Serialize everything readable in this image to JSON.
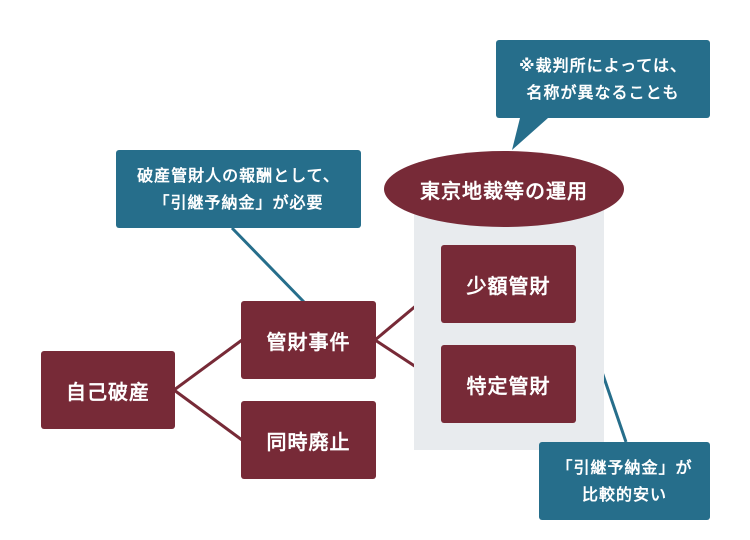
{
  "colors": {
    "node_fill": "#772a37",
    "callout_fill": "#266e8b",
    "panel_fill": "#e8ebee",
    "connector": "#772a37",
    "pointer": "#266e8b"
  },
  "nodes": {
    "root": "自己破産",
    "kanzai": "管財事件",
    "douji": "同時廃止",
    "shougaku": "少額管財",
    "tokutei": "特定管財",
    "tokyo": "東京地裁等の運用"
  },
  "callouts": {
    "fee": {
      "line1": "破産管財人の報酬として、",
      "line2": "「引継予納金」が必要"
    },
    "court": {
      "line1": "※裁判所によっては、",
      "line2": "名称が異なることも"
    },
    "cheap": {
      "line1": "「引継予納金」が",
      "line2": "比較的安い"
    }
  }
}
